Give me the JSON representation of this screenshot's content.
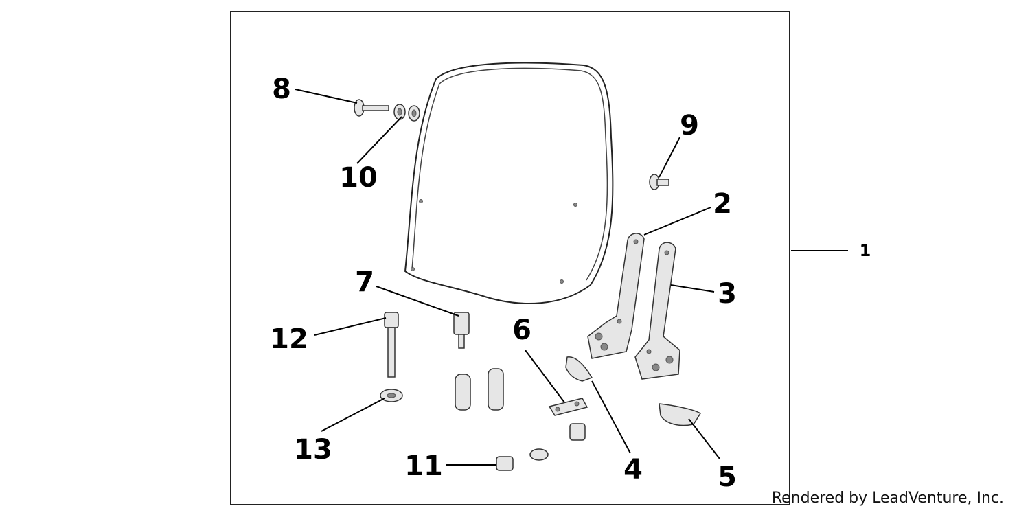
{
  "diagram": {
    "callouts": {
      "c1": "1",
      "c2": "2",
      "c3": "3",
      "c4": "4",
      "c5": "5",
      "c6": "6",
      "c7": "7",
      "c8": "8",
      "c9": "9",
      "c10": "10",
      "c11": "11",
      "c12": "12",
      "c13": "13"
    },
    "credit": "Rendered by LeadVenture, Inc."
  }
}
